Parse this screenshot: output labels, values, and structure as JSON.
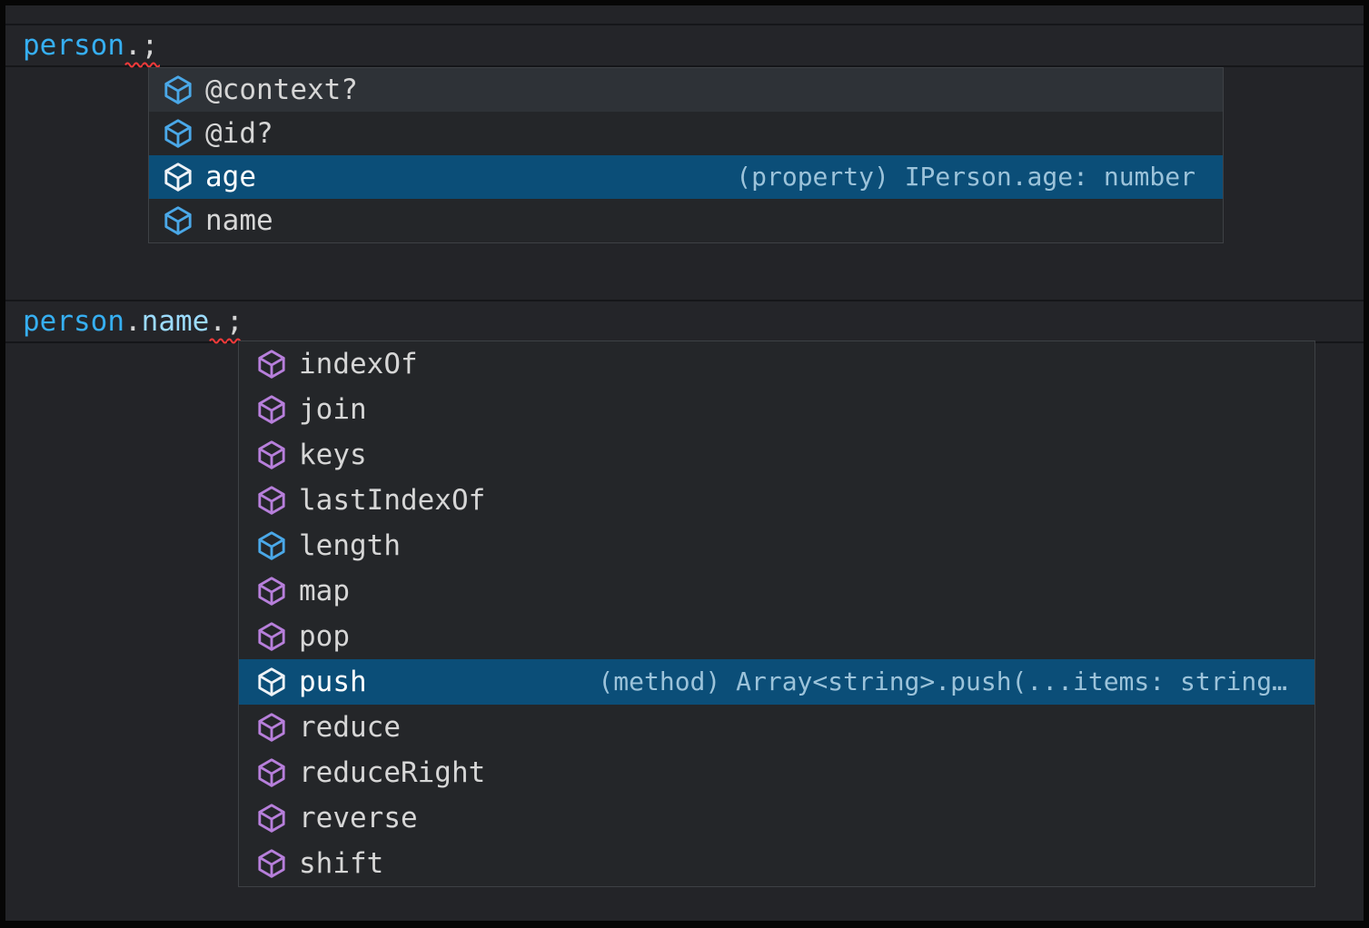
{
  "app": {
    "name": "code editor IntelliSense suggestions"
  },
  "colors": {
    "editor_background": "#232428",
    "popup_background": "#242629",
    "popup_border": "#3e4145",
    "selection_background": "#0b4e78",
    "item_label": "#d6d6d6",
    "selected_detail": "#9cc3da",
    "field_icon": "#4aa8e8",
    "method_icon": "#b77fdb",
    "selected_icon": "#eef2f6",
    "code_variable": "#36aff2",
    "code_property": "#9cdcfe",
    "code_punctuation": "#d6d6d6",
    "error_squiggle": "#f03a3a"
  },
  "snippets": [
    {
      "code_tokens": [
        {
          "text": "person",
          "style": "variable"
        },
        {
          "text": ".",
          "style": "punct",
          "error": true
        },
        {
          "text": ";",
          "style": "punct",
          "error": true
        }
      ],
      "popup": {
        "items": [
          {
            "label": "@context?",
            "kind": "field",
            "highlighted": true
          },
          {
            "label": "@id?",
            "kind": "field"
          },
          {
            "label": "age",
            "kind": "field",
            "selected": true,
            "detail": "(property) IPerson.age: number"
          },
          {
            "label": "name",
            "kind": "field"
          }
        ]
      }
    },
    {
      "code_tokens": [
        {
          "text": "person",
          "style": "variable"
        },
        {
          "text": ".",
          "style": "punct"
        },
        {
          "text": "name",
          "style": "property"
        },
        {
          "text": ".",
          "style": "punct",
          "error": true
        },
        {
          "text": ";",
          "style": "punct",
          "error": true
        }
      ],
      "popup": {
        "items": [
          {
            "label": "indexOf",
            "kind": "method"
          },
          {
            "label": "join",
            "kind": "method"
          },
          {
            "label": "keys",
            "kind": "method"
          },
          {
            "label": "lastIndexOf",
            "kind": "method"
          },
          {
            "label": "length",
            "kind": "field"
          },
          {
            "label": "map",
            "kind": "method"
          },
          {
            "label": "pop",
            "kind": "method"
          },
          {
            "label": "push",
            "kind": "method",
            "selected": true,
            "detail": "(method) Array<string>.push(...items: string…"
          },
          {
            "label": "reduce",
            "kind": "method"
          },
          {
            "label": "reduceRight",
            "kind": "method"
          },
          {
            "label": "reverse",
            "kind": "method"
          },
          {
            "label": "shift",
            "kind": "method"
          }
        ]
      }
    }
  ]
}
